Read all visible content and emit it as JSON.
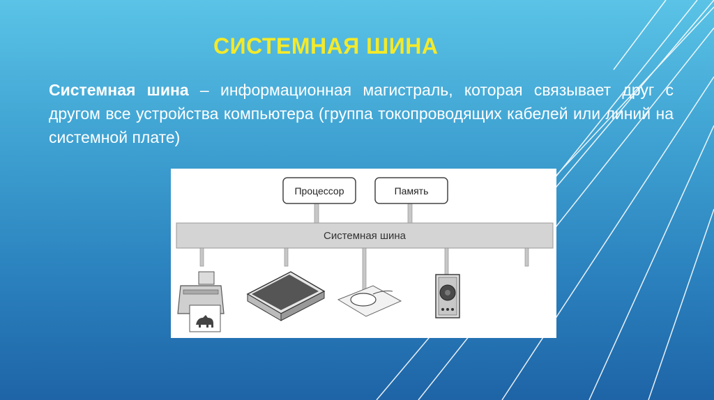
{
  "slide": {
    "title": "СИСТЕМНАЯ ШИНА",
    "definition": {
      "term": "Системная шина",
      "text": " – информационная магистраль, которая связывает друг с другом все устройства компьютера (группа токопроводящих кабелей или линий на системной плате)"
    }
  },
  "diagram": {
    "processor_label": "Процессор",
    "memory_label": "Память",
    "bus_label": "Системная шина",
    "devices": [
      "printer-icon",
      "scanner-icon",
      "mouse-icon",
      "speaker-icon"
    ]
  },
  "colors": {
    "title": "#f4ea2a",
    "text": "#ffffff",
    "background_top": "#5ac3e6",
    "background_bottom": "#1e64a6"
  }
}
